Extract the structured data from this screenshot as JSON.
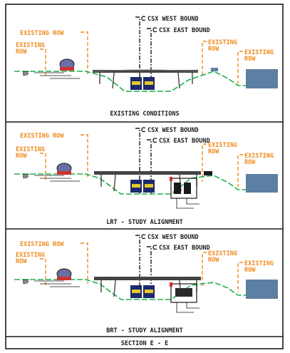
{
  "labels": {
    "existing_row": "EXISTING ROW",
    "existing_row_split_top": "EXISTING",
    "existing_row_split_bottom": "ROW",
    "csx_west": "CSX WEST BOUND",
    "csx_east": "CSX EAST BOUND",
    "cl_symbol": "Ⅽ",
    "ground_code": "BF"
  },
  "panels": [
    {
      "caption": "EXISTING CONDITIONS"
    },
    {
      "caption": "LRT - STUDY ALIGNMENT"
    },
    {
      "caption": "BRT - STUDY ALIGNMENT"
    }
  ],
  "footer": {
    "section": "SECTION E - E"
  },
  "colors": {
    "row_orange": "#f08a1e",
    "ground_green": "#1fb04a",
    "building_blue": "#5c7fa3",
    "train_navy": "#1d2a6b",
    "train_yellow": "#e8c82a",
    "platform_red": "#d42a2a"
  }
}
